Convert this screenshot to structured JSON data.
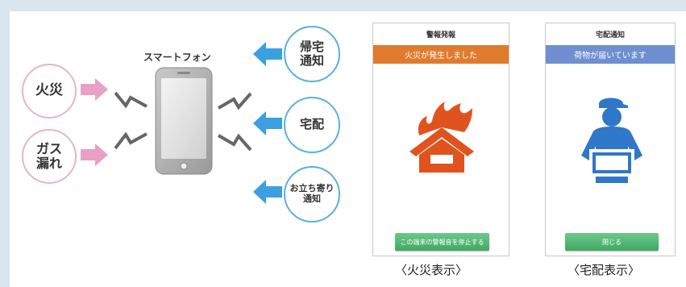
{
  "sources": {
    "fire": "火災",
    "gas_line1": "ガス",
    "gas_line2": "漏れ"
  },
  "phone_label": "スマートフォン",
  "notifications": {
    "return_line1": "帰宅",
    "return_line2": "通知",
    "delivery": "宅配",
    "visit_line1": "お立ち寄り",
    "visit_line2": "通知"
  },
  "fire_screen": {
    "title": "警報発報",
    "banner": "火災が発生しました",
    "button": "この端末の警報音を停止する",
    "caption": "〈火災表示〉",
    "banner_color": "#e07b2e",
    "icon_color": "#e0531e",
    "icon": "burning-house-icon"
  },
  "delivery_screen": {
    "title": "宅配通知",
    "banner": "荷物が届いています",
    "button": "閉じる",
    "caption": "〈宅配表示〉",
    "banner_color": "#6f8fd0",
    "icon_color": "#2f77c8",
    "icon": "delivery-person-icon"
  },
  "colors": {
    "pink": "#e8a0c6",
    "blue": "#3aa0e0",
    "frame": "#d9e6ee"
  }
}
